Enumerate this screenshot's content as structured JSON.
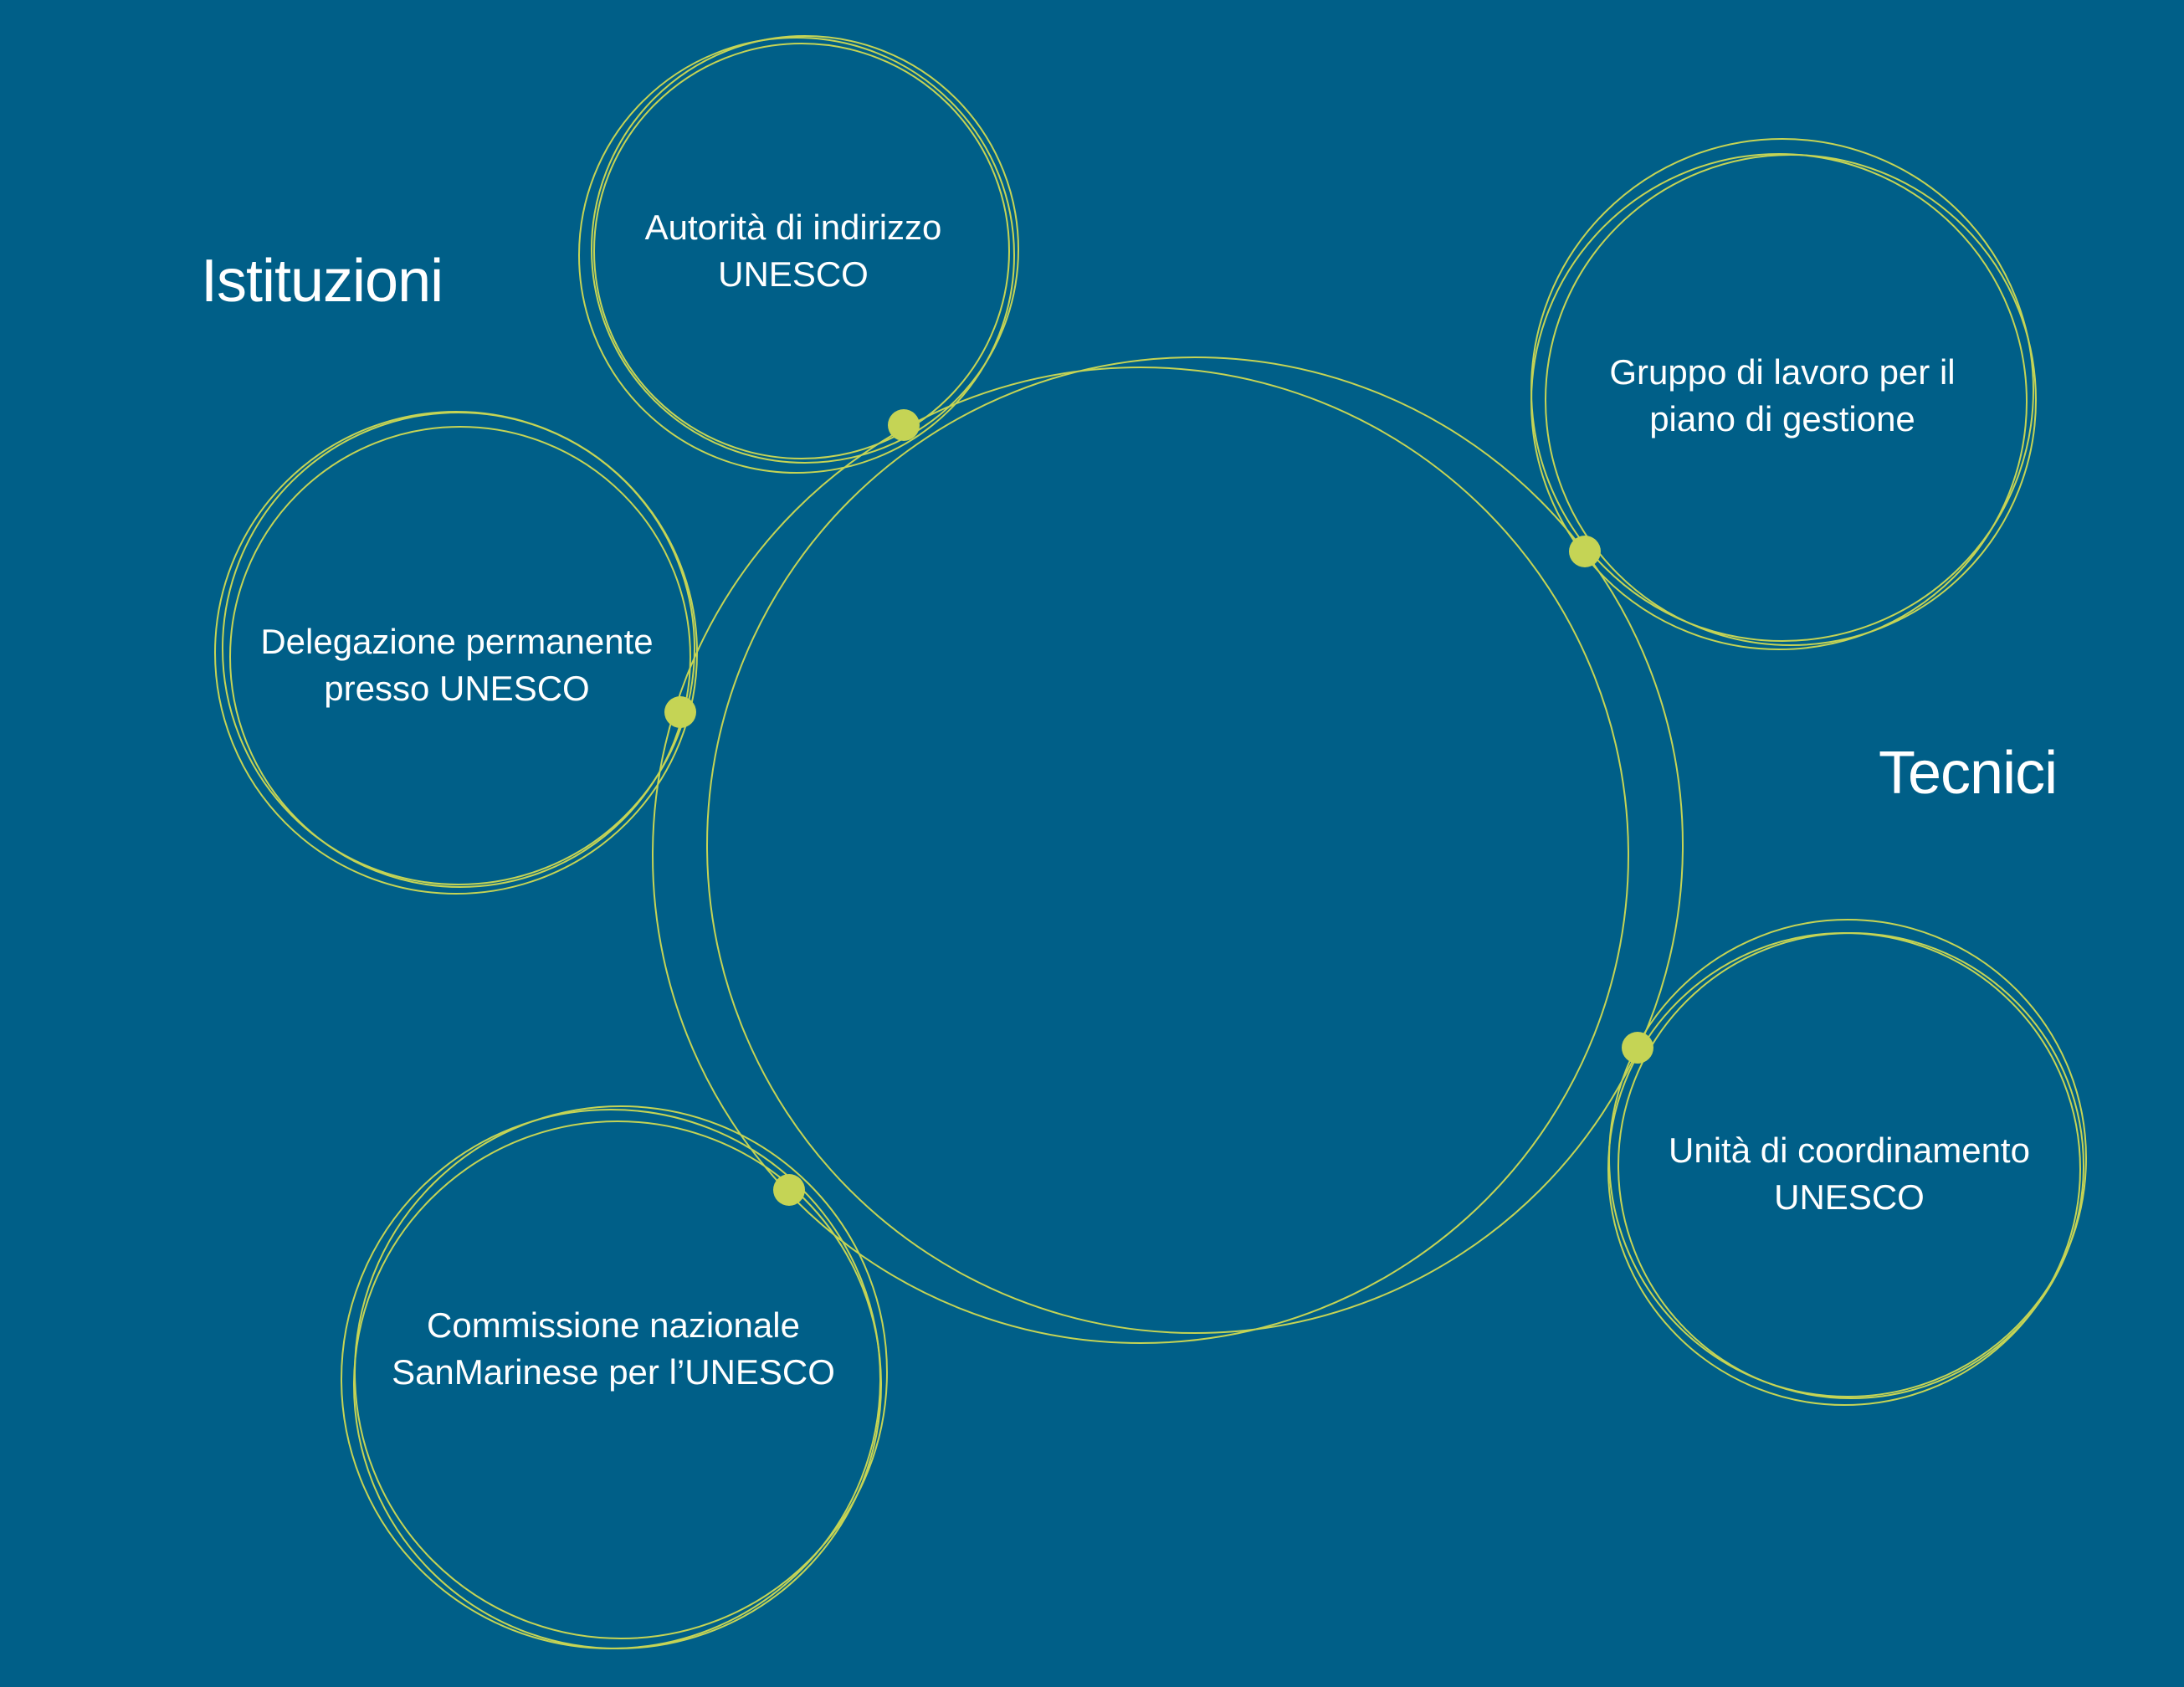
{
  "colors": {
    "background": "#005f88",
    "ring_stroke": "#c5d455",
    "connector_dot": "#c5d455",
    "text": "#ffffff"
  },
  "groups": {
    "istituzioni": "Istituzioni",
    "tecnici": "Tecnici"
  },
  "nodes": [
    {
      "id": "autorita",
      "lines": [
        "Autorità di indirizzo",
        "UNESCO"
      ]
    },
    {
      "id": "delegazione",
      "lines": [
        "Delegazione permanente",
        "presso UNESCO"
      ]
    },
    {
      "id": "commissione",
      "lines": [
        "Commissione nazionale",
        "SanMarinese per l’UNESCO"
      ]
    },
    {
      "id": "gruppo",
      "lines": [
        "Gruppo di lavoro per il",
        "piano di gestione"
      ]
    },
    {
      "id": "unita",
      "lines": [
        "Unità di coordinamento",
        "UNESCO"
      ]
    }
  ]
}
